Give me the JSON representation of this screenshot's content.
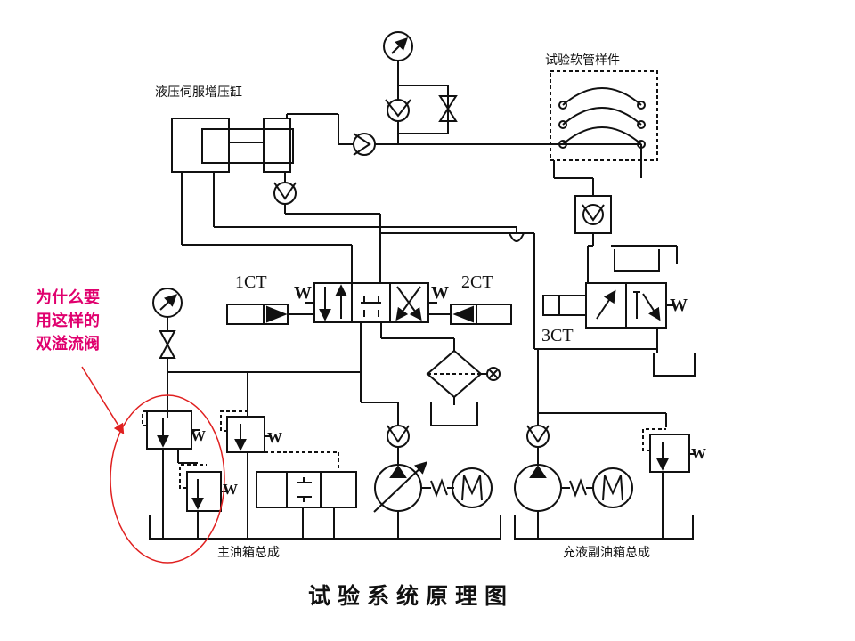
{
  "labels": {
    "servo_cylinder": "液压伺服增压缸",
    "hose_sample": "试验软管样件",
    "main_tank": "主油箱总成",
    "aux_tank": "充液副油箱总成",
    "solenoid_1": "1CT",
    "solenoid_2": "2CT",
    "solenoid_3": "3CT",
    "spring_symbol": "W"
  },
  "annotation": {
    "line1": "为什么要",
    "line2": "用这样的",
    "line3": "双溢流阀"
  },
  "title": "试验系统原理图",
  "colors": {
    "line": "#111111",
    "annotation": "#e0006e",
    "highlight": "#e02020"
  }
}
